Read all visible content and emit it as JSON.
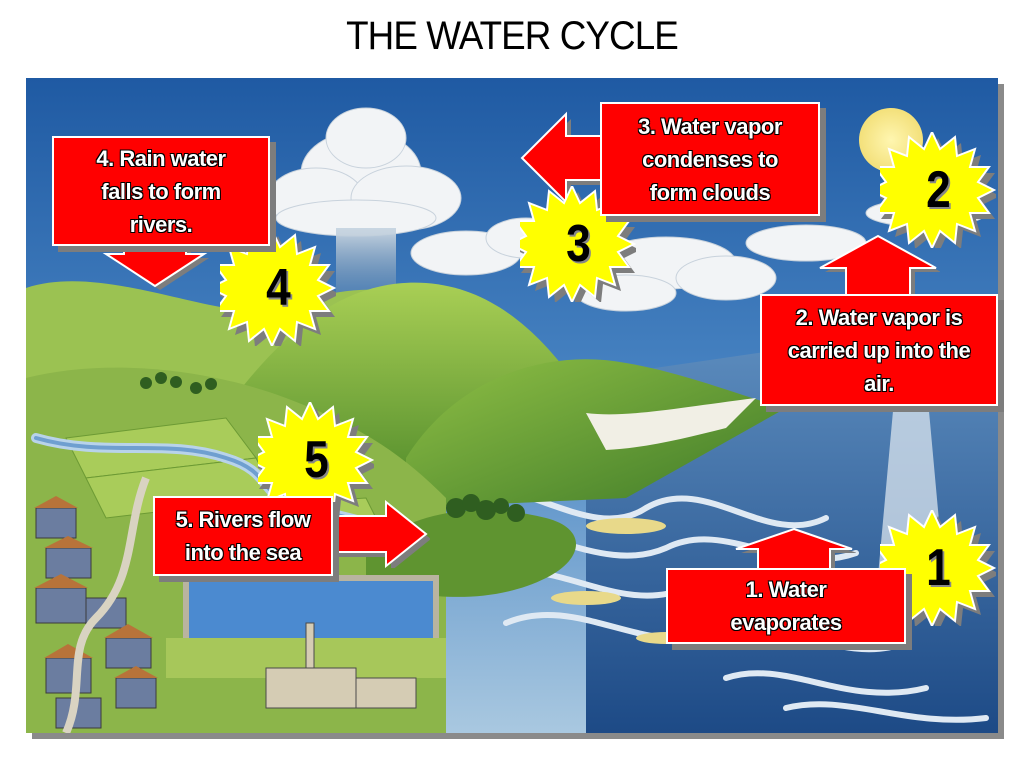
{
  "title": "THE WATER CYCLE",
  "steps": [
    {
      "number": "1",
      "label_lines": [
        "1. Water",
        "evaporates"
      ]
    },
    {
      "number": "2",
      "label_lines": [
        "2. Water vapor is",
        "carried up into the",
        "air."
      ]
    },
    {
      "number": "3",
      "label_lines": [
        "3. Water vapor",
        "condenses to",
        "form clouds"
      ]
    },
    {
      "number": "4",
      "label_lines": [
        "4. Rain water",
        "falls to form",
        "rivers."
      ]
    },
    {
      "number": "5",
      "label_lines": [
        "5. Rivers flow",
        "into the sea"
      ]
    }
  ],
  "colors": {
    "label_box": "#ff0000",
    "badge": "#ffff00",
    "sky": "#2f6fb0",
    "land": "#7fae3a",
    "sea": "#2d5f9a"
  }
}
